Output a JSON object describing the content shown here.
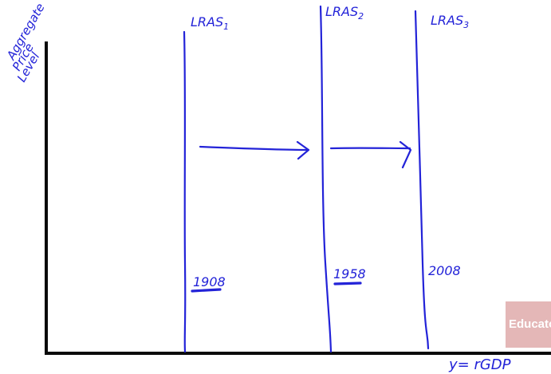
{
  "axes": {
    "y_label_lines": [
      "Aggregate",
      "Price",
      "Level"
    ],
    "x_label": "y= rGDP"
  },
  "curves": [
    {
      "name": "LRAS",
      "subscript": "1",
      "year": "1908"
    },
    {
      "name": "LRAS",
      "subscript": "2",
      "year": "1958"
    },
    {
      "name": "LRAS",
      "subscript": "3",
      "year": "2008"
    }
  ],
  "watermark": {
    "text": "Educato"
  },
  "colors": {
    "ink": "#2323d8",
    "axis": "#0a0a0a",
    "watermark_bg": "#e4b7b7"
  }
}
